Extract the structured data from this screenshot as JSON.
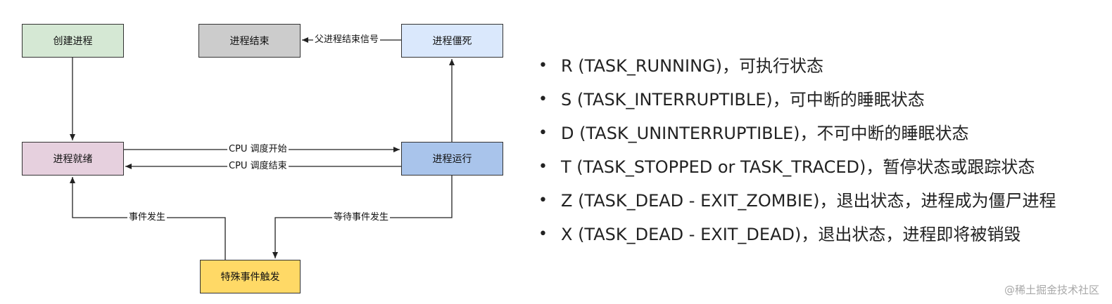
{
  "diagram": {
    "nodes": {
      "create": {
        "label": "创建进程",
        "fill": "#d5e8d4"
      },
      "end": {
        "label": "进程结束",
        "fill": "#cccccc"
      },
      "zombie": {
        "label": "进程僵死",
        "fill": "#dae8fc"
      },
      "ready": {
        "label": "进程就绪",
        "fill": "#e6d0de"
      },
      "run": {
        "label": "进程运行",
        "fill": "#a9c4eb"
      },
      "event": {
        "label": "特殊事件触发",
        "fill": "#ffd966"
      }
    },
    "edges": {
      "exit_signal": "父进程结束信号",
      "cpu_start": "CPU 调度开始",
      "cpu_end": "CPU 调度结束",
      "event_happened": "事件发生",
      "wait_event": "等待事件发生"
    }
  },
  "states": [
    {
      "text": "R (TASK_RUNNING)，可执行状态"
    },
    {
      "text": "S (TASK_INTERRUPTIBLE)，可中断的睡眠状态"
    },
    {
      "text": "D (TASK_UNINTERRUPTIBLE)，不可中断的睡眠状态"
    },
    {
      "text": "T (TASK_STOPPED or TASK_TRACED)，暂停状态或跟踪状态"
    },
    {
      "text": "Z (TASK_DEAD - EXIT_ZOMBIE)，退出状态，进程成为僵尸进程"
    },
    {
      "text": "X (TASK_DEAD - EXIT_DEAD)，退出状态，进程即将被销毁"
    }
  ],
  "bullet_glyph": "•",
  "watermark": "@稀土掘金技术社区"
}
